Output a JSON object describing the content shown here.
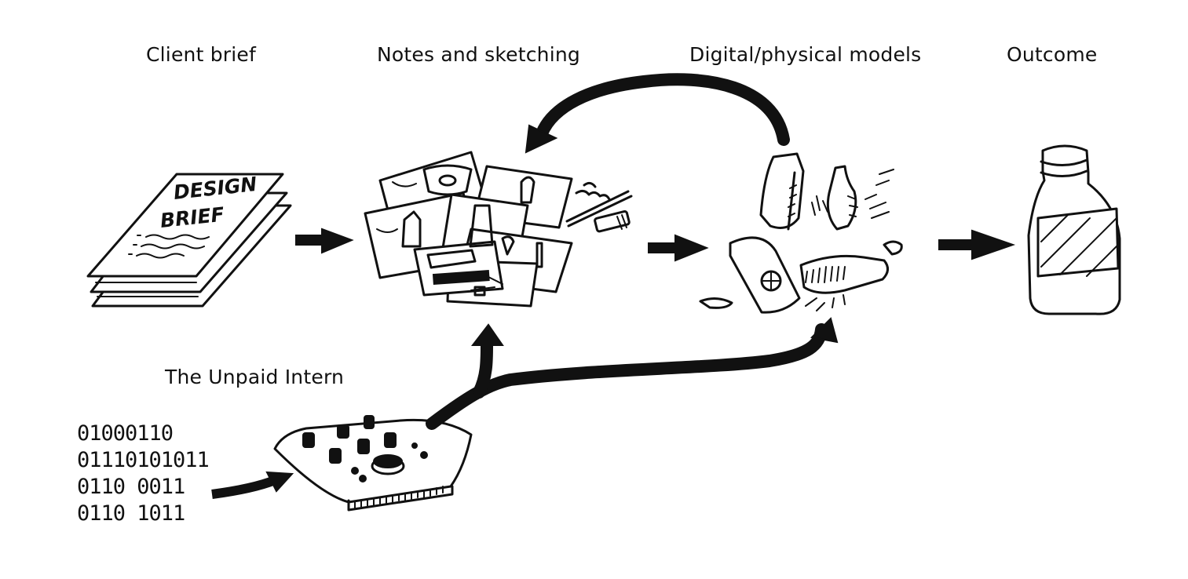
{
  "stages": {
    "client_brief": "Client brief",
    "notes_sketching": "Notes and sketching",
    "models": "Digital/physical models",
    "outcome": "Outcome"
  },
  "intern": {
    "label": "The Unpaid Intern",
    "binary": [
      "01000110",
      "01110101011",
      "0110 0011",
      "0110 1011"
    ]
  },
  "brief_doc": {
    "title_line1": "DESIGN",
    "title_line2": "BRIEF"
  }
}
